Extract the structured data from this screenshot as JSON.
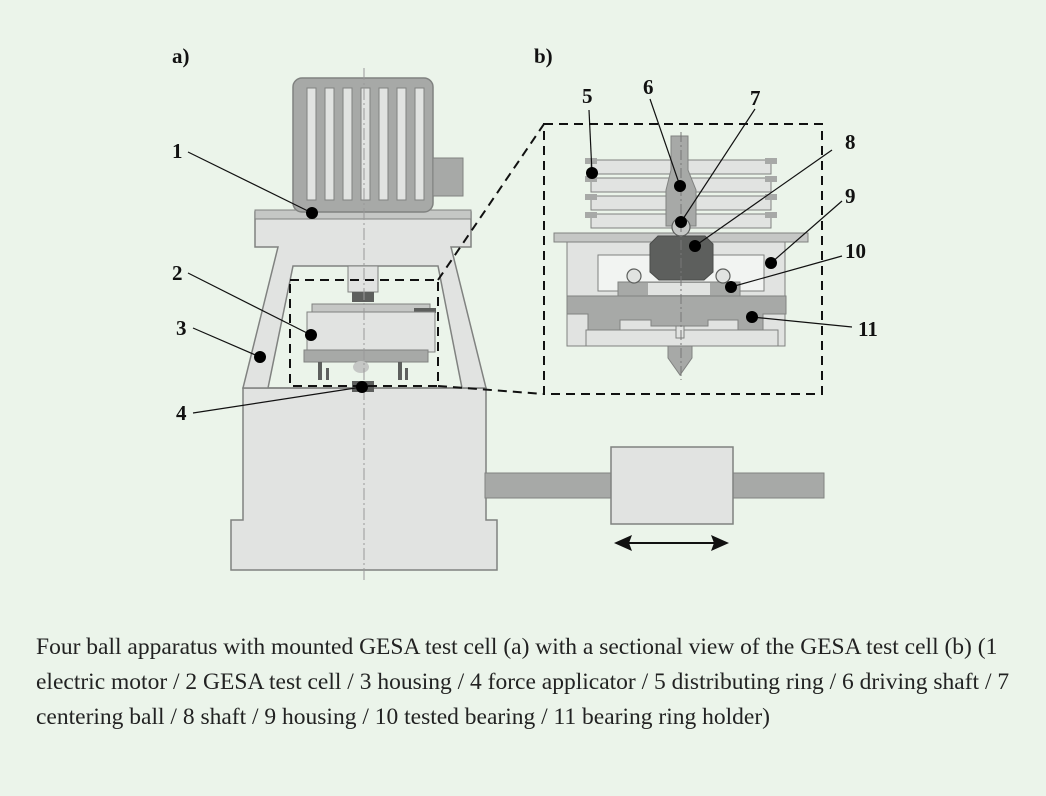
{
  "panels": {
    "a": "a)",
    "b": "b)"
  },
  "callouts": [
    "1",
    "2",
    "3",
    "4",
    "5",
    "6",
    "7",
    "8",
    "9",
    "10",
    "11"
  ],
  "caption": "Four ball apparatus with mounted GESA test cell (a) with a sectional view of the GESA test cell (b) (1 electric motor / 2 GESA test cell / 3 housing / 4 force applicator / 5 distributing ring / 6 driving shaft / 7 centering ball / 8 shaft / 9 housing / 10 tested bearing / 11 bearing ring holder)",
  "colors": {
    "background": "#ebf4ea",
    "light_part": "#e1e3e1",
    "mid_part": "#a7a9a7",
    "dark_part": "#5d5f5d",
    "outline": "#808280"
  }
}
